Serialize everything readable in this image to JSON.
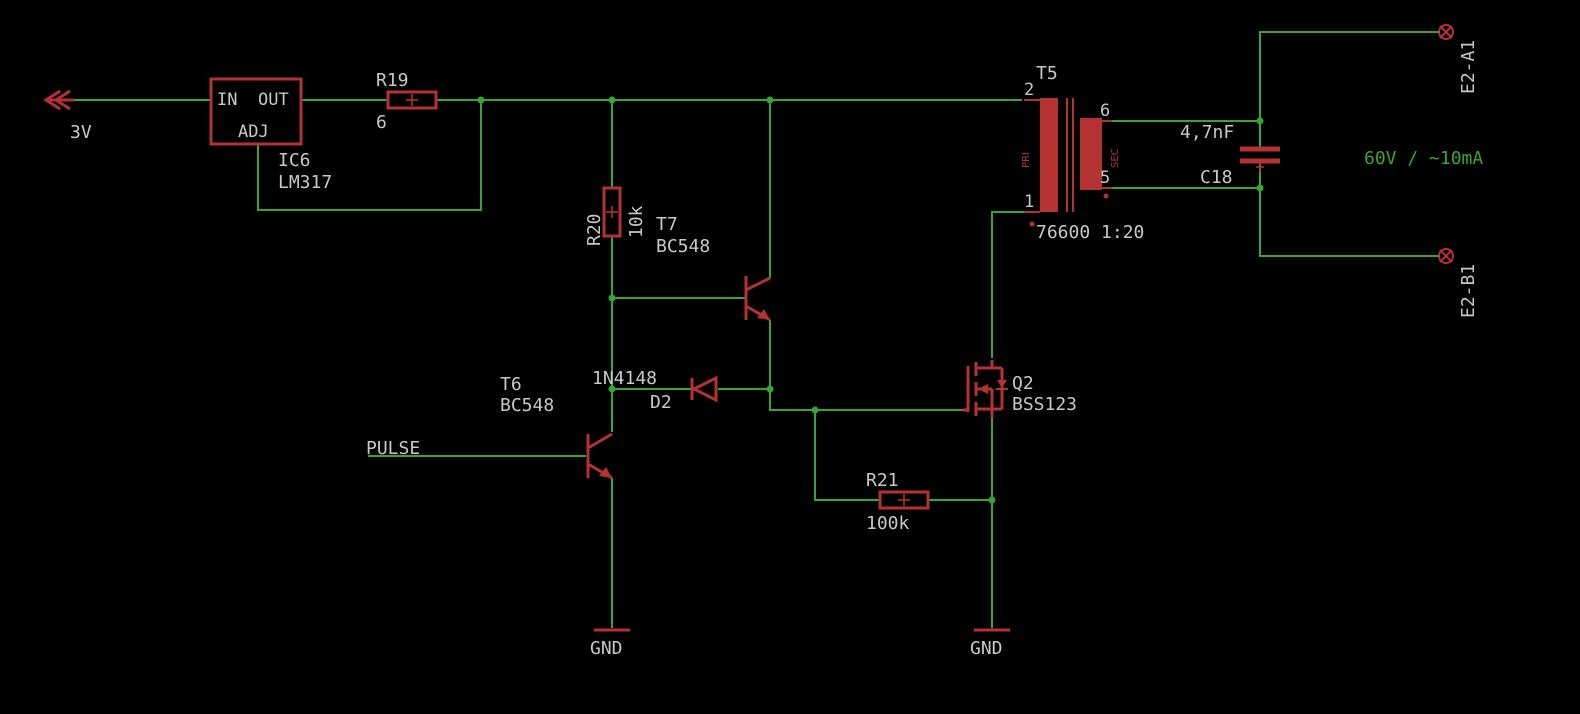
{
  "colors": {
    "background": "#000000",
    "wire": "#3aa335",
    "symbol": "#b43232",
    "label": "#c8c8c8",
    "note": "#3aa335"
  },
  "supply": {
    "label": "3V"
  },
  "regulator": {
    "name": "IC6",
    "value": "LM317",
    "pin_in": "IN",
    "pin_out": "OUT",
    "pin_adj": "ADJ"
  },
  "r19": {
    "name": "R19",
    "value": "6"
  },
  "r20": {
    "name": "R20",
    "value": "10k"
  },
  "r21": {
    "name": "R21",
    "value": "100k"
  },
  "t7": {
    "name": "T7",
    "value": "BC548"
  },
  "t6": {
    "name": "T6",
    "value": "BC548"
  },
  "d2": {
    "name": "D2",
    "value": "1N4148"
  },
  "q2": {
    "name": "Q2",
    "value": "BSS123"
  },
  "transformer": {
    "name": "T5",
    "value": "76600 1:20",
    "pri": "PRI",
    "sec": "SEC",
    "pin2": "2",
    "pin1": "1",
    "pin6": "6",
    "pin5": "5"
  },
  "c18": {
    "name": "C18",
    "value": "4,7nF"
  },
  "connectors": {
    "a": "E2-A1",
    "b": "E2-B1"
  },
  "pulse": {
    "label": "PULSE"
  },
  "gnd_left": {
    "label": "GND"
  },
  "gnd_right": {
    "label": "GND"
  },
  "note": {
    "text": "60V / ~10mA"
  }
}
